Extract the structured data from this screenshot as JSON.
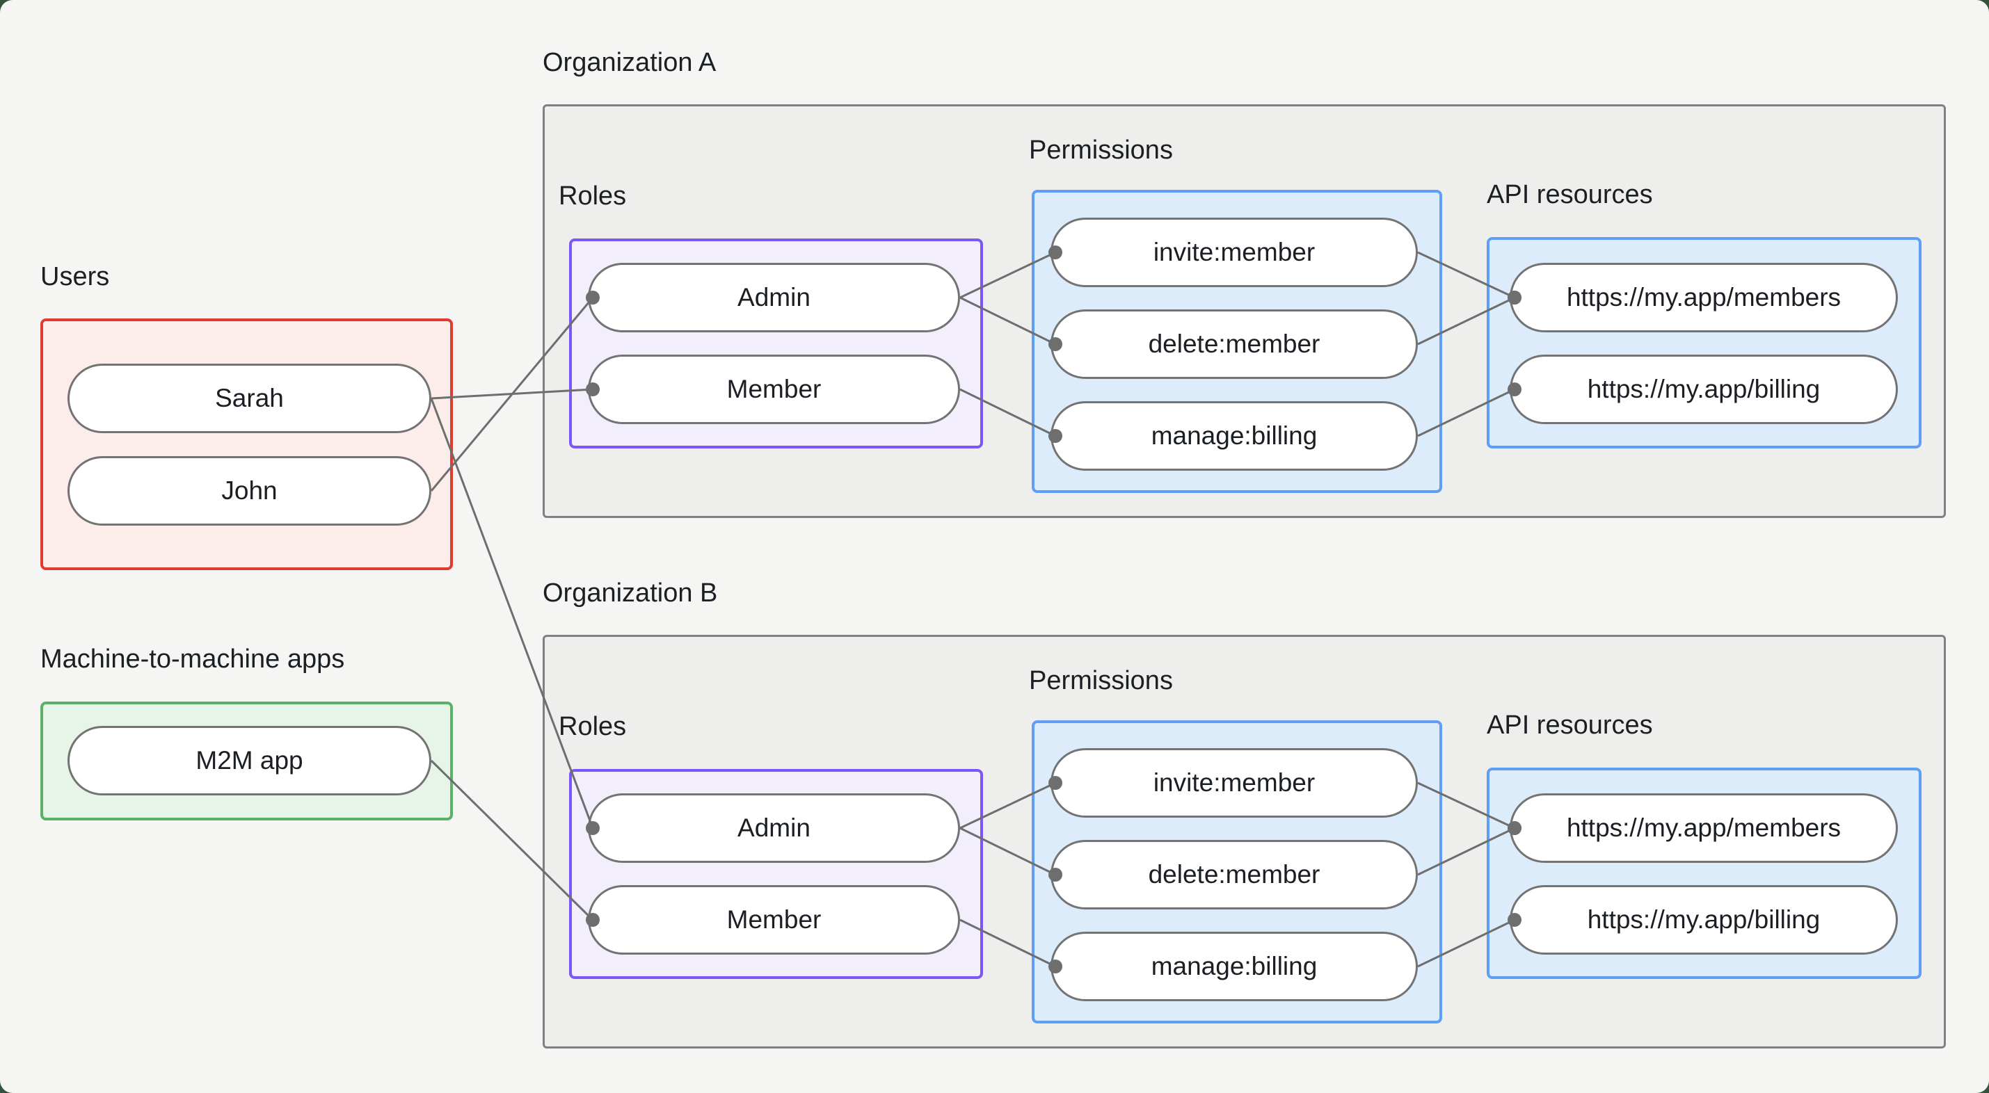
{
  "diagram_title": "",
  "users_group": {
    "label": "Users",
    "users": [
      "Sarah",
      "John"
    ]
  },
  "m2m_group": {
    "label": "Machine-to-machine apps",
    "apps": [
      "M2M app"
    ]
  },
  "org_a": {
    "label": "Organization A",
    "roles_label": "Roles",
    "permissions_label": "Permissions",
    "api_label": "API resources",
    "roles": [
      "Admin",
      "Member"
    ],
    "permissions": [
      "invite:member",
      "delete:member",
      "manage:billing"
    ],
    "api_resources": [
      "https://my.app/members",
      "https://my.app/billing"
    ]
  },
  "org_b": {
    "label": "Organization B",
    "roles_label": "Roles",
    "permissions_label": "Permissions",
    "api_label": "API resources",
    "roles": [
      "Admin",
      "Member"
    ],
    "permissions": [
      "invite:member",
      "delete:member",
      "manage:billing"
    ],
    "api_resources": [
      "https://my.app/members",
      "https://my.app/billing"
    ]
  },
  "edges": [
    {
      "from": "user-sarah",
      "to": "orgA-role-member"
    },
    {
      "from": "user-john",
      "to": "orgA-role-admin"
    },
    {
      "from": "user-sarah",
      "to": "orgB-role-admin"
    },
    {
      "from": "m2m-app",
      "to": "orgB-role-member"
    },
    {
      "from": "orgA-role-admin",
      "to": "orgA-perm-invite"
    },
    {
      "from": "orgA-role-admin",
      "to": "orgA-perm-delete"
    },
    {
      "from": "orgA-role-member",
      "to": "orgA-perm-manage"
    },
    {
      "from": "orgA-perm-invite",
      "to": "orgA-api-members"
    },
    {
      "from": "orgA-perm-delete",
      "to": "orgA-api-members"
    },
    {
      "from": "orgA-perm-manage",
      "to": "orgA-api-billing"
    },
    {
      "from": "orgB-role-admin",
      "to": "orgB-perm-invite"
    },
    {
      "from": "orgB-role-admin",
      "to": "orgB-perm-delete"
    },
    {
      "from": "orgB-role-member",
      "to": "orgB-perm-manage"
    },
    {
      "from": "orgB-perm-invite",
      "to": "orgB-api-members"
    },
    {
      "from": "orgB-perm-delete",
      "to": "orgB-api-members"
    },
    {
      "from": "orgB-perm-manage",
      "to": "orgB-api-billing"
    }
  ],
  "colors": {
    "canvas-bg": "#f5f6f4",
    "org-fill": "#eeefed",
    "org-border": "#7d8181",
    "red-fill": "#fcedeb",
    "red-border": "#e03b2f",
    "green-fill": "#e7f4e8",
    "green-border": "#5ab266",
    "purple-fill": "#f2eefb",
    "purple-border": "#7b58f6",
    "blue-fill": "#ddecfb",
    "blue-border": "#5e9ef7",
    "pill-fill": "#ffffff",
    "pill-border": "#737373",
    "line-color": "#6e6e6e",
    "text-color": "#1b1f24"
  }
}
